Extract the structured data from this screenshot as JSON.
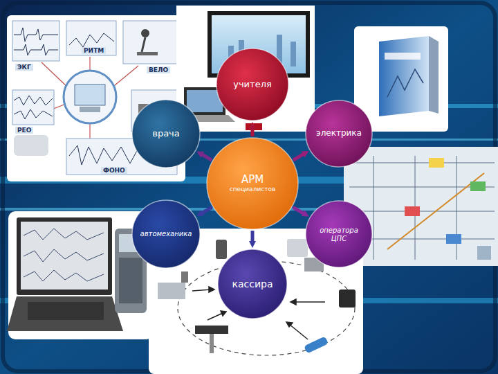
{
  "diagram": {
    "nodes": [
      {
        "text": [
          "учителя"
        ]
      },
      {
        "text": [
          "врача"
        ]
      },
      {
        "text": [
          "электрика"
        ]
      },
      {
        "text": [
          "АРМ",
          "специалистов"
        ]
      },
      {
        "text": [
          "автомеханика"
        ]
      },
      {
        "text": [
          "оператора ЦПС"
        ]
      },
      {
        "text": [
          "кассира"
        ]
      }
    ],
    "edges": [
      {
        "from": 3,
        "to": 0,
        "arrow": "to"
      },
      {
        "from": 3,
        "to": 1,
        "arrow": "to"
      },
      {
        "from": 3,
        "to": 2,
        "arrow": "to"
      },
      {
        "from": 3,
        "to": 4,
        "arrow": "to"
      },
      {
        "from": 3,
        "to": 5,
        "arrow": "to"
      },
      {
        "from": 3,
        "to": 6,
        "arrow": "to"
      }
    ],
    "labels": [
      "ЭКГ",
      "РИТМ",
      "ВЕЛО",
      "РЕО",
      "ФОНО"
    ]
  }
}
